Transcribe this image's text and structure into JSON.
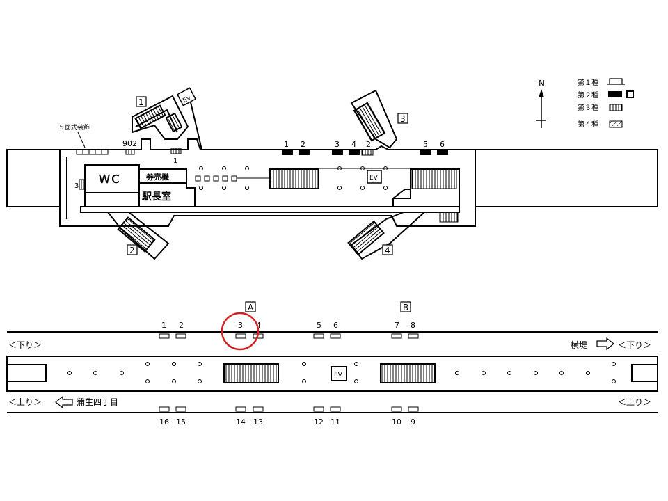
{
  "legend": {
    "north": "N",
    "items": [
      {
        "label": "第１種",
        "kind": "open"
      },
      {
        "label": "第２種",
        "kind": "solid"
      },
      {
        "label": "第３種",
        "kind": "stripe-v"
      },
      {
        "label": "第４種",
        "kind": "hatch"
      }
    ]
  },
  "concourse": {
    "exits": [
      "1",
      "2",
      "3",
      "4"
    ],
    "labels": {
      "decoration": "５面式装飾",
      "wc": "ＷＣ",
      "ticket_machines": "券売機",
      "station_master": "駅長室",
      "ev": "EV",
      "code_902": "902",
      "left_3": "3",
      "under_902": "1",
      "ad_1": "1",
      "ad_2": "2",
      "ad_3": "3",
      "ad_4": "4",
      "ad_2b": "2",
      "ad_5": "5",
      "ad_6": "6"
    }
  },
  "platform": {
    "sections": [
      "A",
      "B"
    ],
    "top_numbers": [
      "1",
      "2",
      "3",
      "4",
      "5",
      "6",
      "7",
      "8"
    ],
    "bottom_numbers": [
      "16",
      "15",
      "14",
      "13",
      "12",
      "11",
      "10",
      "9"
    ],
    "highlight": "3",
    "ev": "EV",
    "dir_down_left": "＜下り＞",
    "dir_down_right_dest": "横堤",
    "dir_down_right": "＜下り＞",
    "dir_up_left": "＜上り＞",
    "dir_up_left_dest": "蒲生四丁目",
    "dir_up_right": "＜上り＞"
  },
  "colors": {
    "line": "#000000",
    "highlight": "#d42020"
  }
}
